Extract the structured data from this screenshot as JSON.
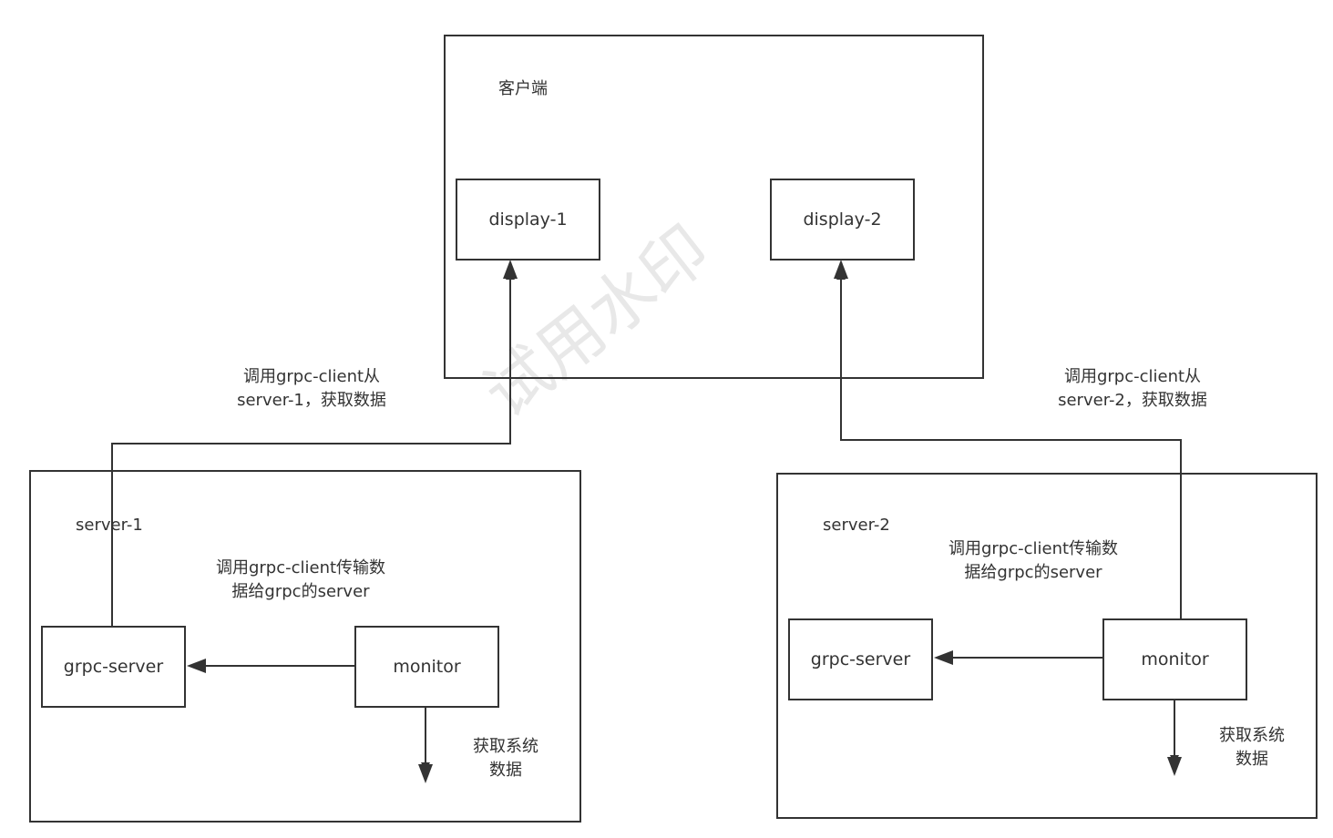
{
  "client": {
    "title": "客户端"
  },
  "display1": {
    "label": "display-1"
  },
  "display2": {
    "label": "display-2"
  },
  "server1": {
    "title": "server-1",
    "grpc_server": "grpc-server",
    "monitor": "monitor",
    "monitor_note": [
      "调用grpc-client传输数",
      "据给grpc的server"
    ],
    "fetch_note": [
      "获取系统",
      "数据"
    ]
  },
  "server2": {
    "title": "server-2",
    "grpc_server": "grpc-server",
    "monitor": "monitor",
    "monitor_note": [
      "调用grpc-client传输数",
      "据给grpc的server"
    ],
    "fetch_note": [
      "获取系统",
      "数据"
    ]
  },
  "edge_left": [
    "调用grpc-client从",
    "server-1，获取数据"
  ],
  "edge_right": [
    "调用grpc-client从",
    "server-2，获取数据"
  ],
  "watermark": "试用水印",
  "colors": {
    "stroke": "#333333",
    "watermark": "#e8e8e8",
    "background": "#ffffff"
  }
}
